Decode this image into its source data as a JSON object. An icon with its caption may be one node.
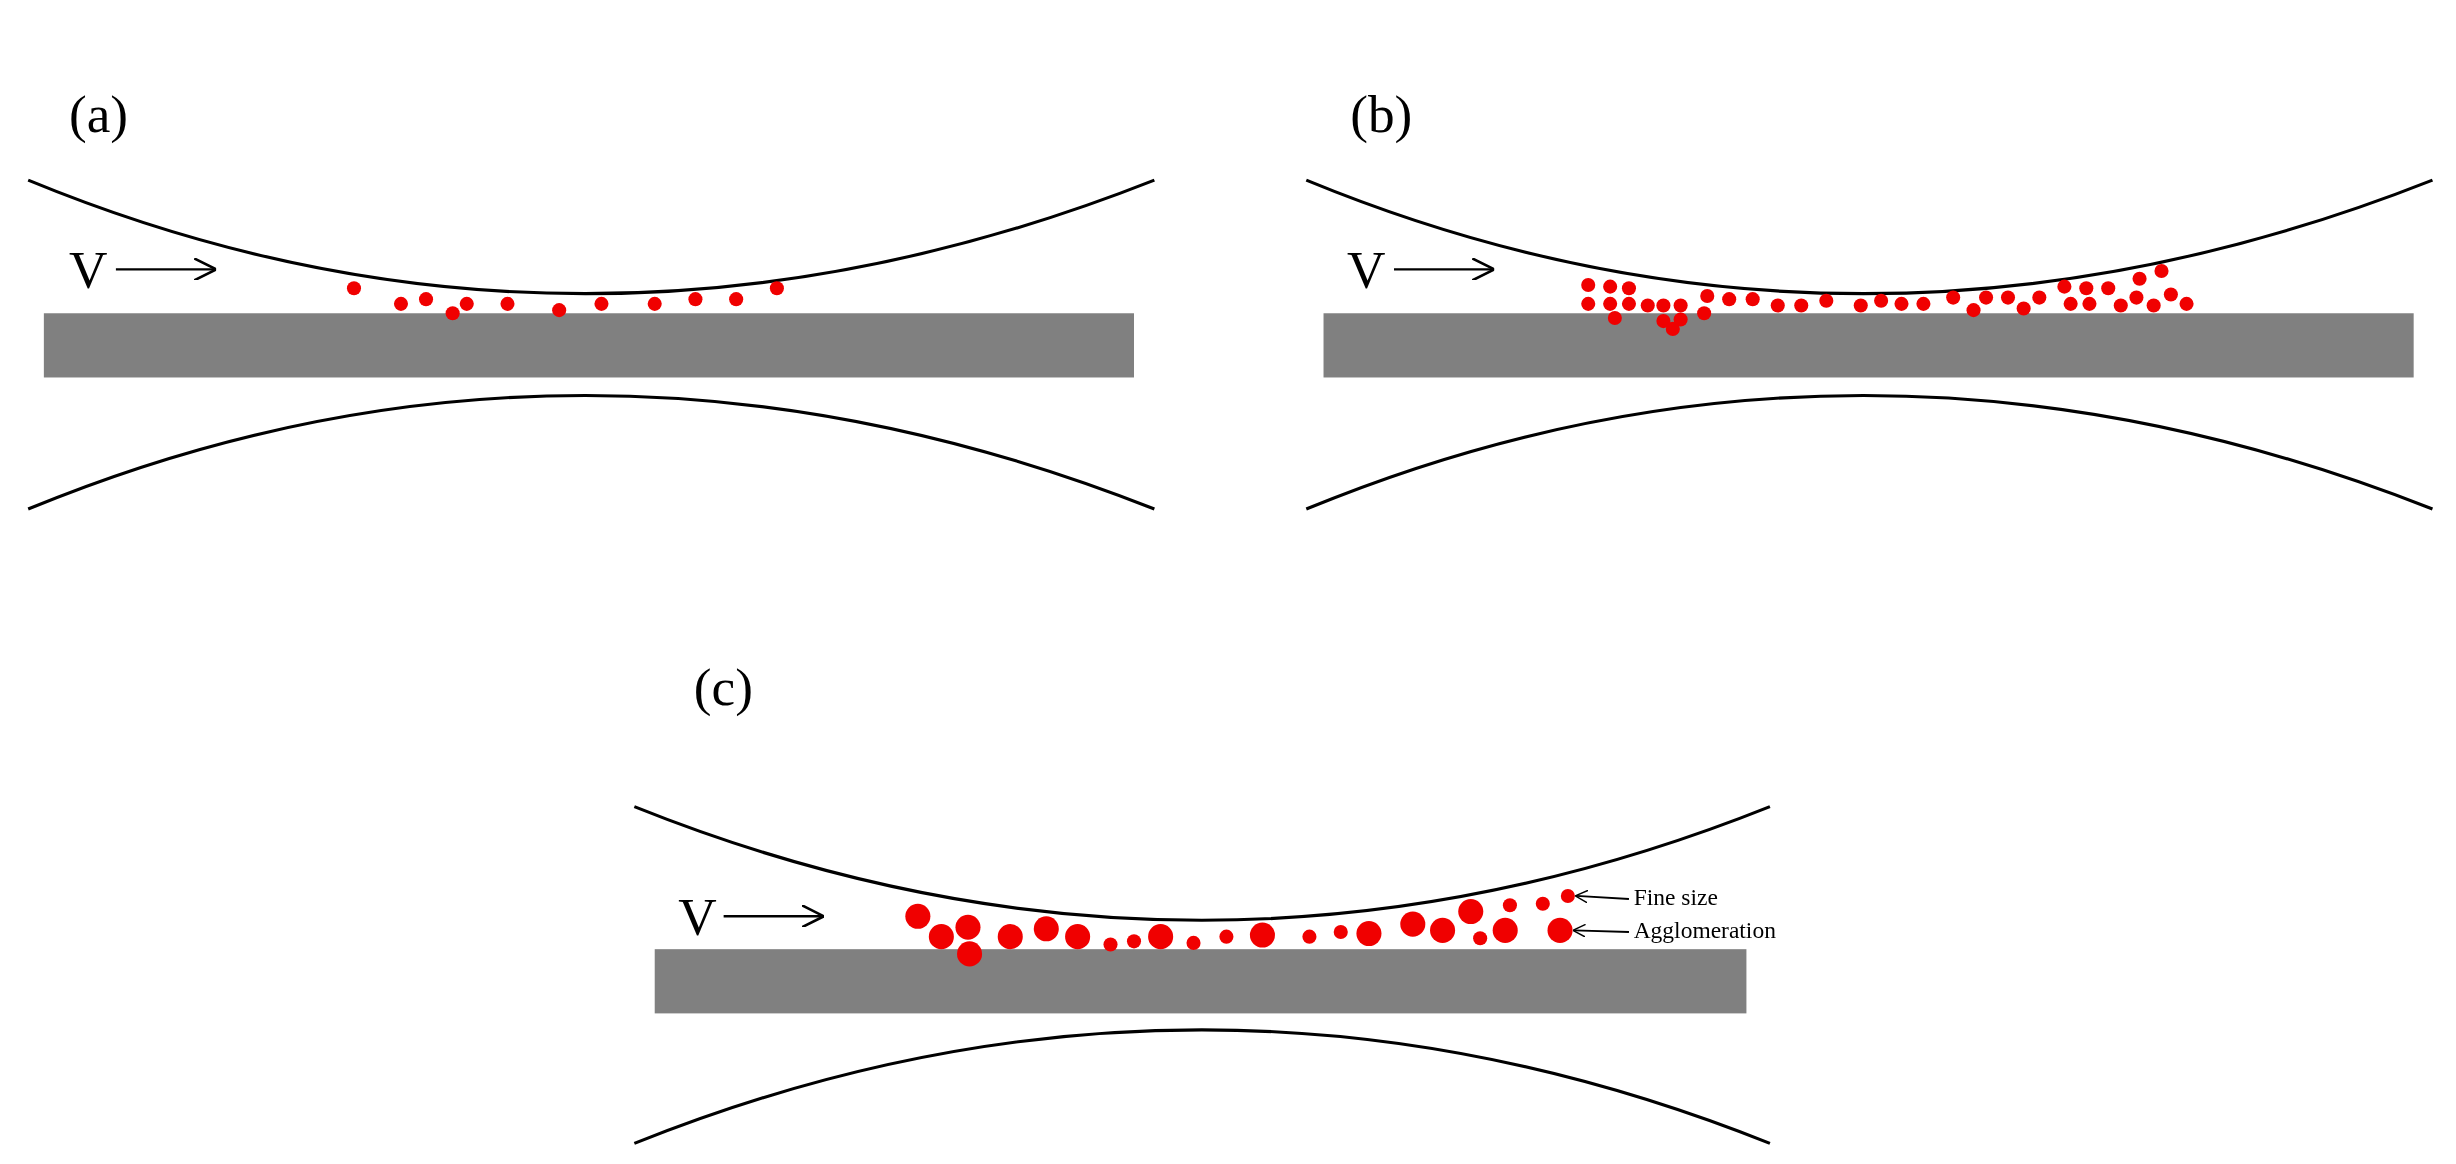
{
  "diagram": {
    "nodes": [
      {
        "text": [
          "Fine size"
        ]
      },
      {
        "text": [],
        "shape": "circle"
      },
      {
        "text": [
          "Agglomeration"
        ]
      },
      {
        "text": [],
        "shape": "circle"
      }
    ],
    "edges": [
      {
        "from": 0,
        "to": 1,
        "arrow": "to"
      },
      {
        "from": 2,
        "to": 3,
        "arrow": "to"
      }
    ],
    "labels": [
      "(a)",
      "(b)",
      "V",
      "V",
      "(c)",
      "V"
    ]
  }
}
